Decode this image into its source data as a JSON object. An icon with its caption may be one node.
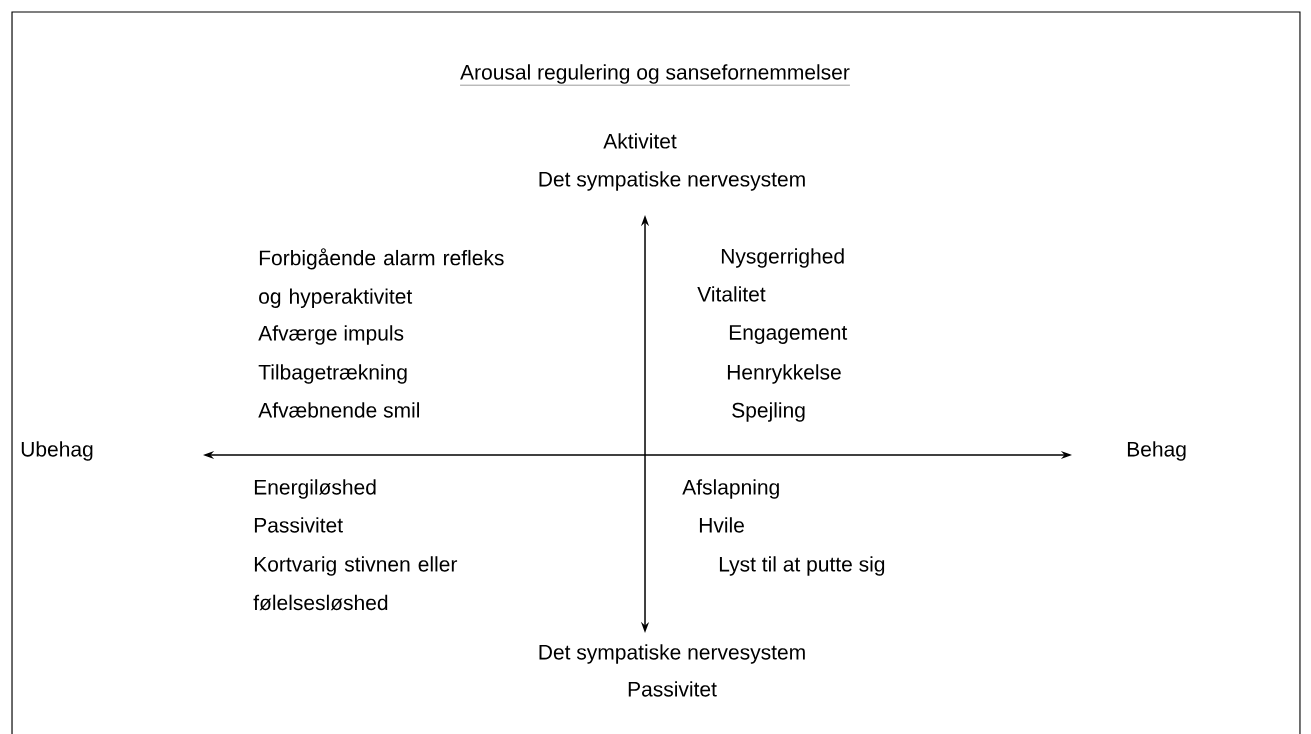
{
  "diagram": {
    "title": "Arousal regulering og sansefornemmelser",
    "labels": [
      "Aktivitet",
      "Det sympatiske nervesystem",
      "Forbigående alarm refleks og hyperaktivitet",
      "Nysgerrighed",
      "Vitalitet",
      "Afværge impuls",
      "Engagement",
      "Tilbagetrækning",
      "Henrykkelse",
      "Afvæbnende smil",
      "Spejling",
      "Ubehag",
      "Behag",
      "Energiløshed",
      "Afslapning",
      "Passivitet",
      "Hvile",
      "Kortvarig stivnen eller følelsesløshed",
      "Lyst til at putte sig",
      "Det sympatiske nervesystem",
      "Passivitet"
    ]
  }
}
